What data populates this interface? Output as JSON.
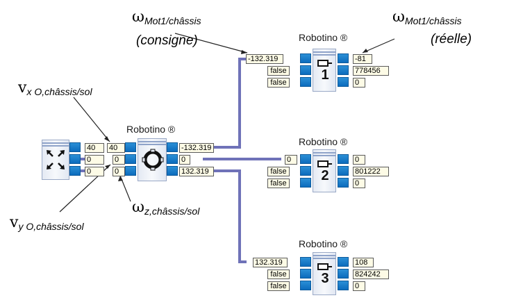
{
  "omnidrive": {
    "title": "Robotino ®",
    "inputs": [
      "40",
      "0",
      "0"
    ],
    "echoes": [
      "40",
      "0",
      "0"
    ],
    "outputs": [
      "-132.319",
      "0",
      "132.319"
    ]
  },
  "motors": [
    {
      "title": "Robotino ®",
      "number": "1",
      "inputs": [
        "-132.319",
        "false",
        "false"
      ],
      "outputs": [
        "-81",
        "778456",
        "0"
      ]
    },
    {
      "title": "Robotino ®",
      "number": "2",
      "inputs": [
        "0",
        "false",
        "false"
      ],
      "outputs": [
        "0",
        "801222",
        "0"
      ]
    },
    {
      "title": "Robotino ®",
      "number": "3",
      "inputs": [
        "132.319",
        "false",
        "false"
      ],
      "outputs": [
        "108",
        "824242",
        "0"
      ]
    }
  ],
  "annotations": {
    "consigne": {
      "symbol": "ω",
      "sub": "Mot1/châssis",
      "note": "(consigne)"
    },
    "reelle": {
      "symbol": "ω",
      "sub": "Mot1/châssis",
      "note": "(réelle)"
    },
    "vx": {
      "symbol": "v",
      "sub": "x O,châssis/sol"
    },
    "vy": {
      "symbol": "v",
      "sub": "y O,châssis/sol"
    },
    "wz": {
      "symbol": "ω",
      "sub": "z,châssis/sol"
    }
  },
  "colors": {
    "wire": "#6f72b8",
    "port": "#1279c9",
    "field_bg": "#fdfbe6"
  }
}
